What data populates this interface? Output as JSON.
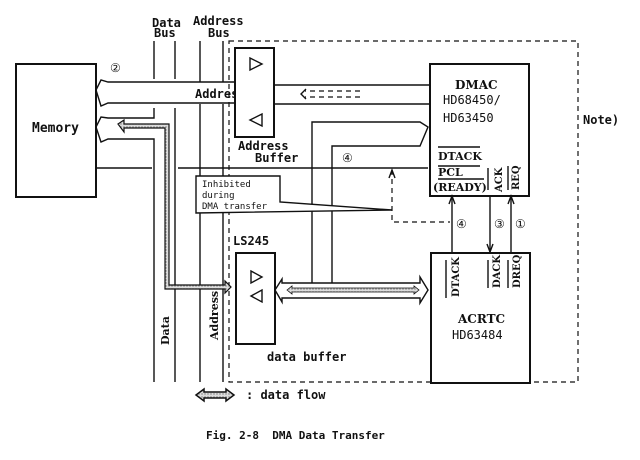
{
  "labels": {
    "data_bus_1": "Data",
    "data_bus_2": "Bus",
    "address_bus_1": "Address",
    "address_bus_2": "Bus",
    "memory": "Memory",
    "address_arrow": "Address",
    "address_buffer_1": "Address",
    "address_buffer_2": "Buffer",
    "dmac_1": "DMAC",
    "dmac_2": "HD68450/",
    "dmac_3": "HD63450",
    "note": "Note)",
    "dmac_dtack": "DTACK",
    "dmac_pcl": "PCL",
    "dmac_ready": "(READY)",
    "dmac_ack": "ACK",
    "dmac_req": "REQ",
    "inhibited_1": "Inhibited",
    "inhibited_2": "during",
    "inhibited_3": "DMA transfer",
    "ls245": "LS245",
    "acrtc_dtack": "DTACK",
    "acrtc_dack": "DACK",
    "acrtc_dreq": "DREQ",
    "acrtc_1": "ACRTC",
    "acrtc_2": "HD63484",
    "data_vertical": "Data",
    "address_vertical": "Address",
    "data_buffer": "data buffer",
    "legend": ": data flow",
    "caption": "Fig. 2-8  DMA Data Transfer"
  },
  "step_markers": {
    "step1": "①",
    "step2": "②",
    "step3": "③",
    "step4a": "④",
    "step4b": "④"
  }
}
